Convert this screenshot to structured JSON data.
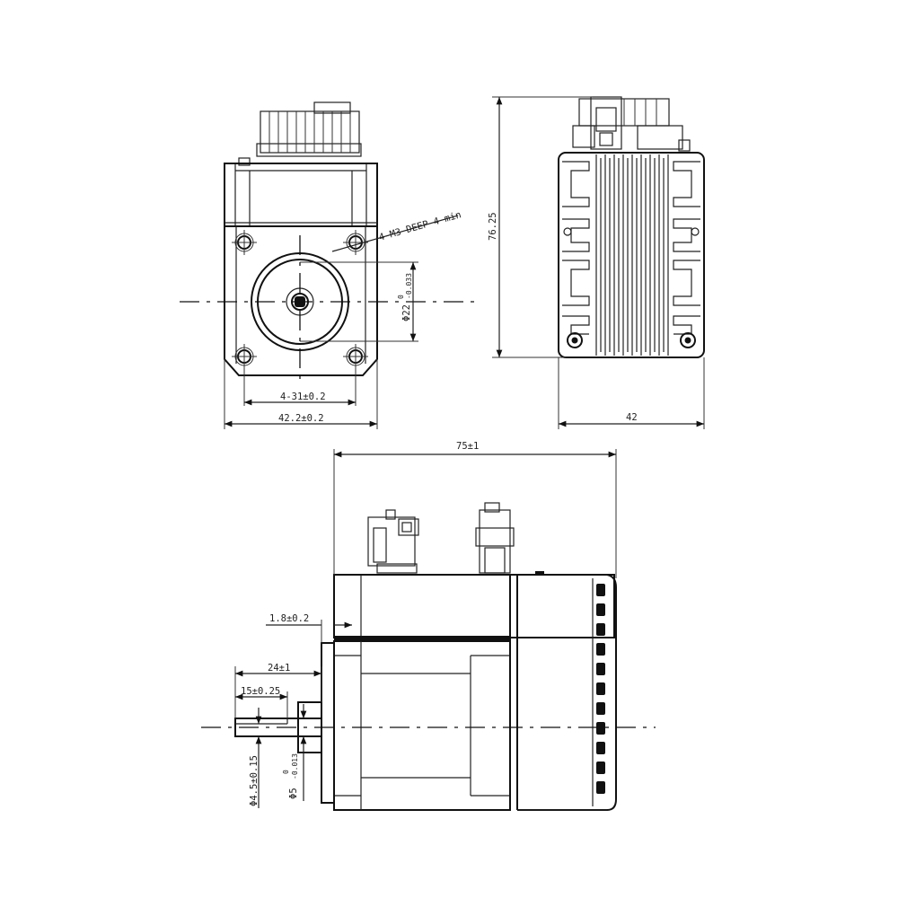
{
  "dimensions": {
    "tapped_holes": "4-M3 DEEP 4 min",
    "pilot_diameter": "Φ22",
    "pilot_tol_upper": "0",
    "pilot_tol_lower": "-0.033",
    "hole_spacing": "4-31±0.2",
    "flange_width": "42.2±0.2",
    "height": "76.25",
    "body_width": "42",
    "total_length": "75±1",
    "flange_thickness": "1.8±0.2",
    "shaft_length": "24±1",
    "flat_length": "15±0.25",
    "flat_diameter": "Φ4.5±0.15",
    "shaft_diameter": "Φ5",
    "shaft_tol_upper": "0",
    "shaft_tol_lower": "-0.013"
  }
}
